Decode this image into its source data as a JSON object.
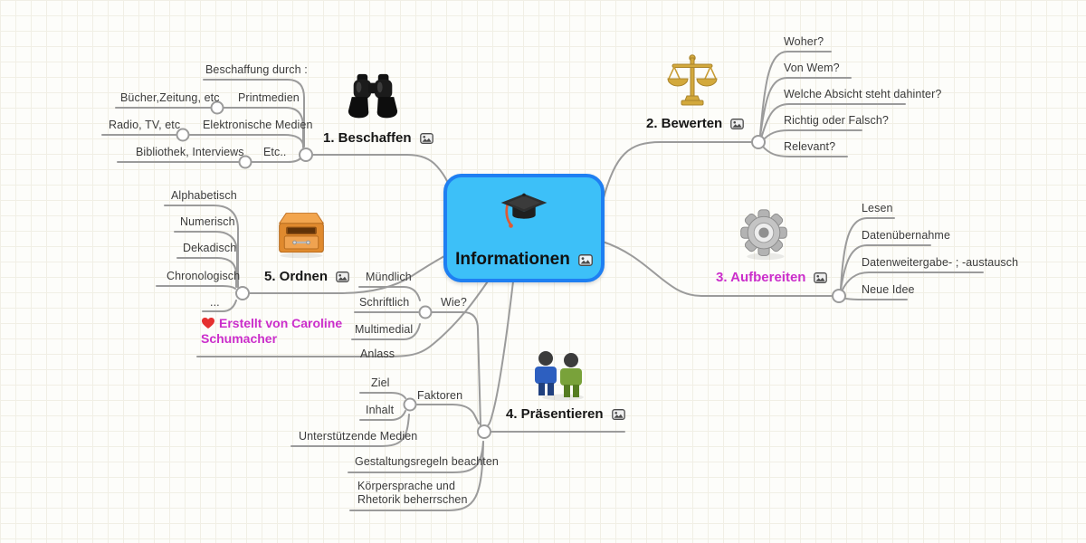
{
  "app": {
    "type": "mind-map-canvas"
  },
  "colors": {
    "center_fill": "#3dc0f8",
    "center_border": "#1e7ff2",
    "connector_gray": "#9b9b9b",
    "magenta_accent": "#cb2ecb",
    "heart_red": "#e53030",
    "scales_gold": "#d3a93c",
    "drawer_orange": "#e08a2e",
    "people_blue": "#2d5fc0",
    "people_green": "#79a23a",
    "grid_line": "#f1efe5"
  },
  "icons": {
    "center": "graduation-cap-icon",
    "beschaffen": "binoculars-icon",
    "bewerten": "scales-icon",
    "aufbereiten": "gear-icon",
    "praesentieren": "people-icon",
    "ordnen": "drawer-icon",
    "erstellt": "heart-icon",
    "attachment": "image-attachment-icon"
  },
  "nodes": {
    "center": "Informationen",
    "beschaffen": "1. Beschaffen",
    "beschaffung_durch": "Beschaffung durch :",
    "printmedien": "Printmedien",
    "buecher": "Bücher,Zeitung, etc",
    "elektronische_medien": "Elektronische Medien",
    "radio": "Radio, TV, etc",
    "etc": "Etc..",
    "bibliothek": "Bibliothek, Interviews",
    "bewerten": "2. Bewerten",
    "woher": "Woher?",
    "von_wem": "Von Wem?",
    "absicht": "Welche Absicht steht dahinter?",
    "richtig": "Richtig oder Falsch?",
    "relevant": "Relevant?",
    "aufbereiten": "3. Aufbereiten",
    "lesen": "Lesen",
    "datenuebernahme": "Datenübernahme",
    "datenweitergabe": "Datenweitergabe- ; -austausch",
    "neue_idee": "Neue Idee",
    "ordnen": "5. Ordnen",
    "alphabetisch": "Alphabetisch",
    "numerisch": "Numerisch",
    "dekadisch": "Dekadisch",
    "chronologisch": "Chronologisch",
    "dots": "...",
    "erstellt": "Erstellt von Caroline Schumacher",
    "praesentieren": "4. Präsentieren",
    "wie": "Wie?",
    "muendlich": "Mündlich",
    "schriftlich": "Schriftlich",
    "multimedial": "Multimedial",
    "anlass": "Anlass",
    "faktoren": "Faktoren",
    "ziel": "Ziel",
    "inhalt": "Inhalt",
    "unterstuetzende": "Unterstützende Medien",
    "gestaltung": "Gestaltungsregeln beachten",
    "koerpersprache": "Körpersprache und Rhetorik beherrschen"
  }
}
